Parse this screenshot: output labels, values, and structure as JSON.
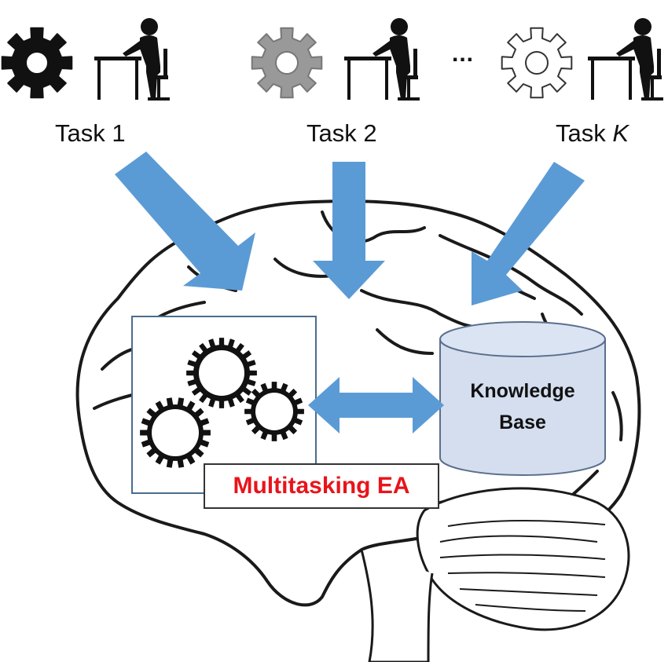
{
  "tasks": [
    {
      "name": "Task",
      "index": "1",
      "icon": "gear-icon",
      "worker_icon": "person-at-desk-icon"
    },
    {
      "name": "Task",
      "index": "2",
      "icon": "gear-icon",
      "worker_icon": "person-at-desk-icon"
    },
    {
      "name": "Task",
      "index": "K",
      "icon": "gear-icon",
      "worker_icon": "person-at-desk-icon"
    }
  ],
  "ellipsis": "...",
  "knowledge_base": {
    "line1": "Knowledge",
    "line2": "Base"
  },
  "multitasking_ea": "Multitasking EA",
  "colors": {
    "arrow": "#5b9bd5",
    "cylinder": "#d4deef",
    "ea_text": "#e8141b",
    "gear_task1": "#111111",
    "gear_task2": "#999999",
    "gear_taskK": "#ffffff"
  }
}
